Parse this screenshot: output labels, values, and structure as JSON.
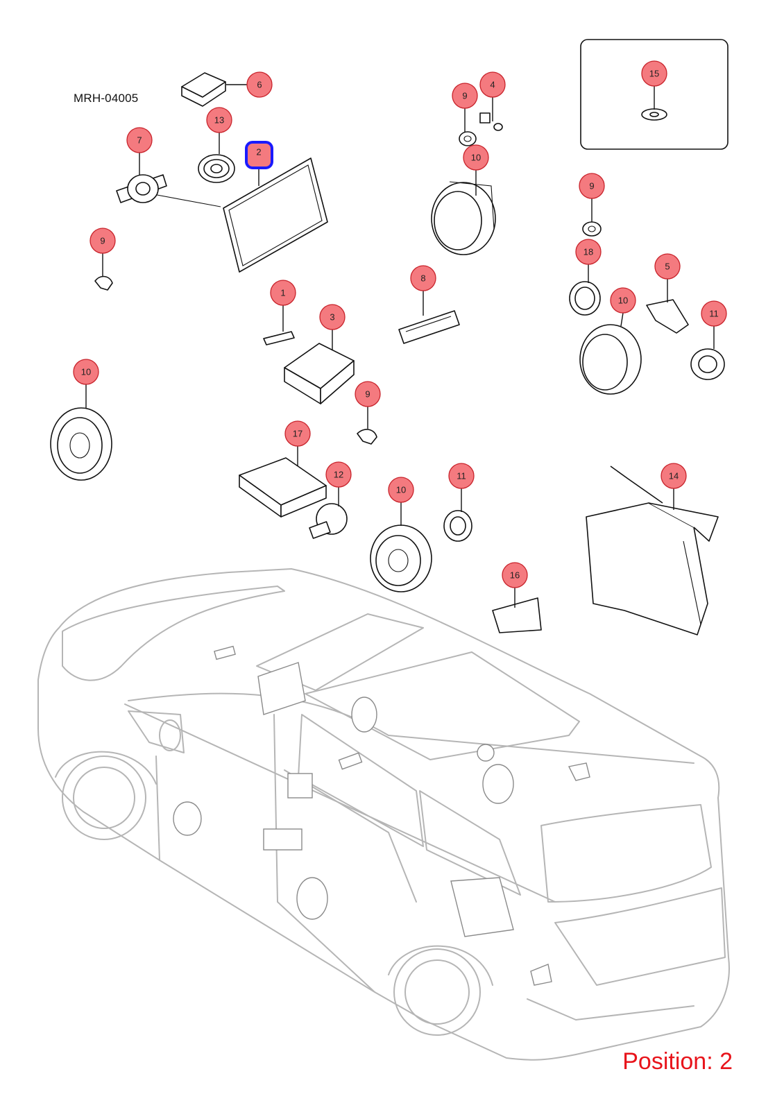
{
  "diagram_code": "MRH-04005",
  "position_text": "Position: 2",
  "selected_callout": "2",
  "colors": {
    "callout_fill": "#f47a7f",
    "callout_stroke": "#c8232b",
    "selected_stroke": "#1a1aff",
    "position_text": "#e8141b"
  },
  "callouts": [
    {
      "id": "c6",
      "label": "6"
    },
    {
      "id": "c13",
      "label": "13"
    },
    {
      "id": "c2",
      "label": "2"
    },
    {
      "id": "c7",
      "label": "7"
    },
    {
      "id": "c9a",
      "label": "9"
    },
    {
      "id": "c9b",
      "label": "9"
    },
    {
      "id": "c4",
      "label": "4"
    },
    {
      "id": "c10a",
      "label": "10"
    },
    {
      "id": "c15",
      "label": "15"
    },
    {
      "id": "c9c",
      "label": "9"
    },
    {
      "id": "c18",
      "label": "18"
    },
    {
      "id": "c10b",
      "label": "10"
    },
    {
      "id": "c5",
      "label": "5"
    },
    {
      "id": "c11a",
      "label": "11"
    },
    {
      "id": "c1",
      "label": "1"
    },
    {
      "id": "c8",
      "label": "8"
    },
    {
      "id": "c3",
      "label": "3"
    },
    {
      "id": "c10c",
      "label": "10"
    },
    {
      "id": "c9d",
      "label": "9"
    },
    {
      "id": "c17",
      "label": "17"
    },
    {
      "id": "c12",
      "label": "12"
    },
    {
      "id": "c10d",
      "label": "10"
    },
    {
      "id": "c11b",
      "label": "11"
    },
    {
      "id": "c14",
      "label": "14"
    },
    {
      "id": "c16",
      "label": "16"
    }
  ]
}
